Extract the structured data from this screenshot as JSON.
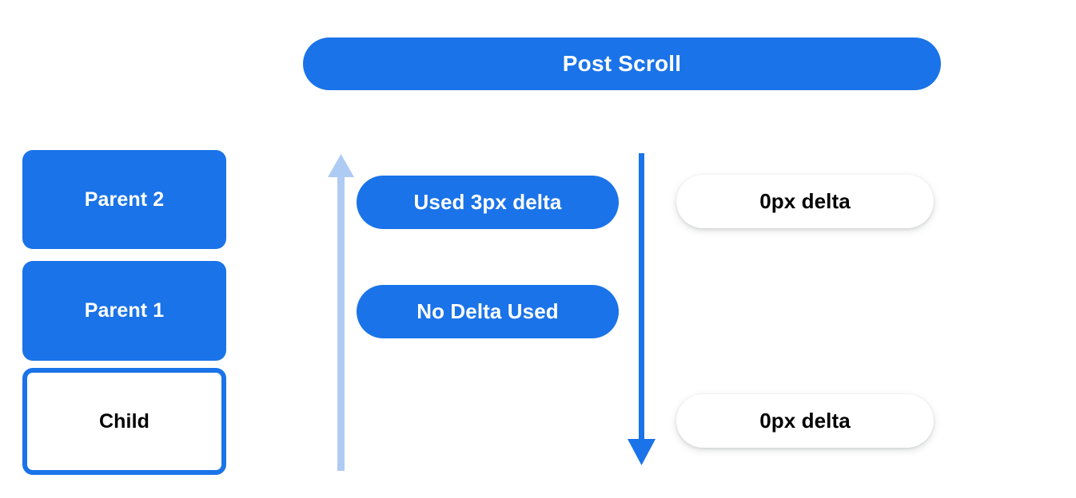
{
  "header": {
    "title": "Post Scroll",
    "color": "#1a73e8"
  },
  "nodes": [
    {
      "id": "parent2",
      "label": "Parent 2",
      "style": "filled",
      "fill": "#1a73e8",
      "text_color": "#ffffff"
    },
    {
      "id": "parent1",
      "label": "Parent 1",
      "style": "filled",
      "fill": "#1a73e8",
      "text_color": "#ffffff"
    },
    {
      "id": "child",
      "label": "Child",
      "style": "outlined",
      "fill": "#ffffff",
      "border_color": "#1a73e8",
      "text_color": "#000000"
    }
  ],
  "arrows": [
    {
      "id": "scroll-up-arrow",
      "direction": "up",
      "color": "#aecbf4"
    },
    {
      "id": "scroll-down-arrow",
      "direction": "down",
      "color": "#1a73e8"
    }
  ],
  "middle_pills": [
    {
      "id": "used-delta",
      "label": "Used 3px delta",
      "fill": "#1a73e8",
      "text_color": "#ffffff"
    },
    {
      "id": "no-delta",
      "label": "No Delta Used",
      "fill": "#1a73e8",
      "text_color": "#ffffff"
    }
  ],
  "right_pills": [
    {
      "id": "delta-top",
      "label": "0px delta",
      "fill": "#ffffff",
      "text_color": "#000000"
    },
    {
      "id": "delta-bottom",
      "label": "0px delta",
      "fill": "#ffffff",
      "text_color": "#000000"
    }
  ]
}
